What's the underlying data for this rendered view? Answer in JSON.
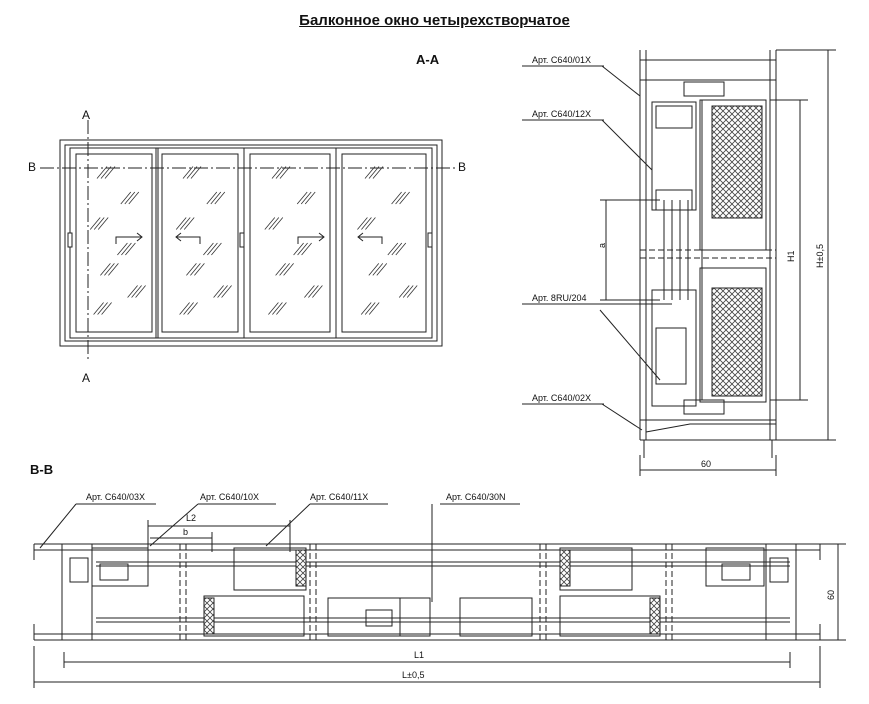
{
  "title": "Балконное окно четырехстворчатое",
  "sections": {
    "aa": "А-А",
    "bb": "В-В"
  },
  "elevation": {
    "cut_a_top": "А",
    "cut_a_bottom": "А",
    "cut_b_left": "В",
    "cut_b_right": "В"
  },
  "section_aa": {
    "labels": [
      "Арт. C640/01X",
      "Арт. C640/12X",
      "Арт. 8RU/204",
      "Арт. C640/02X"
    ],
    "dims": {
      "a": "a",
      "h1": "H1",
      "h": "H±0,5",
      "w": "60"
    }
  },
  "section_bb": {
    "labels": [
      "Арт. C640/03X",
      "Арт. C640/10X",
      "Арт. C640/11X",
      "Арт. C640/30N"
    ],
    "dims": {
      "l2": "L2",
      "b": "b",
      "depth": "60",
      "l1": "L1",
      "l": "L±0,5"
    }
  }
}
